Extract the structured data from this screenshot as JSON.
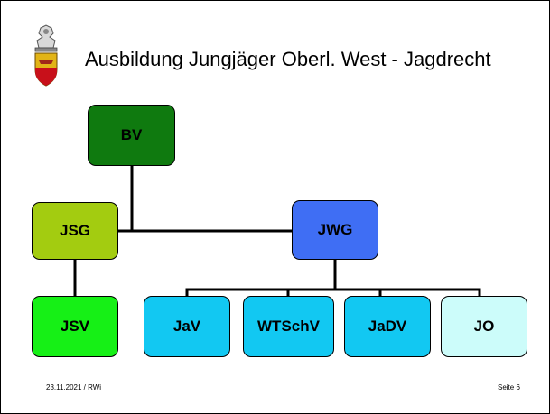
{
  "slide": {
    "title": "Ausbildung Jungjäger Oberl. West - Jagdrecht",
    "footer_date": "23.11.2021 / RWi",
    "footer_page": "Seite 6",
    "logo_icon": "coat-of-arms-icon"
  },
  "org_chart": {
    "bv": {
      "label": "BV",
      "color": "#0f7a0f"
    },
    "jsg": {
      "label": "JSG",
      "color": "#a3cc10"
    },
    "jwg": {
      "label": "JWG",
      "color": "#3f6ef4"
    },
    "jsv": {
      "label": "JSV",
      "color": "#16f016"
    },
    "jav": {
      "label": "JaV",
      "color": "#12c8f2"
    },
    "wtschv": {
      "label": "WTSchV",
      "color": "#12c8f2"
    },
    "jadv": {
      "label": "JaDV",
      "color": "#12c8f2"
    },
    "jo": {
      "label": "JO",
      "color": "#ccfcfa"
    }
  }
}
